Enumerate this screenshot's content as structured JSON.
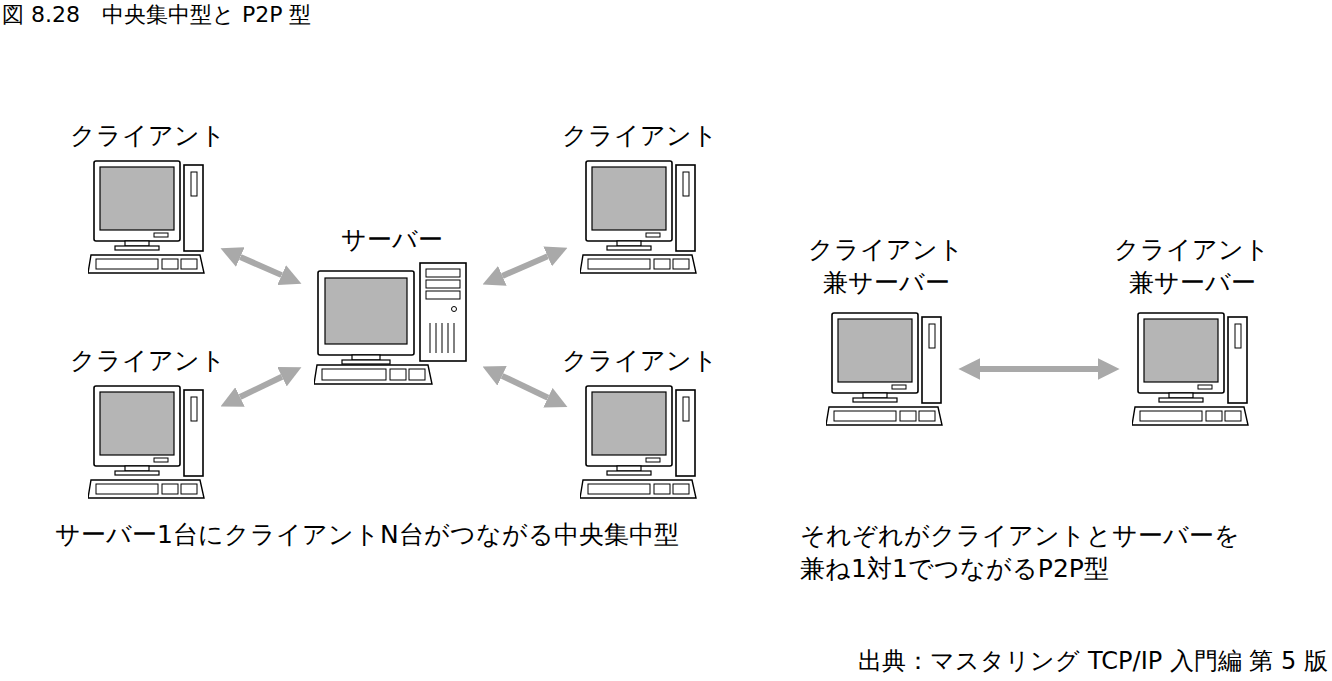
{
  "diagram": {
    "title": "図 8.28　中央集中型と P2P 型",
    "nodes": [
      {
        "text": [
          "クライアント"
        ]
      },
      {
        "text": [
          "サーバー"
        ]
      },
      {
        "text": [
          "クライアント"
        ]
      },
      {
        "text": [
          "クライアント"
        ]
      },
      {
        "text": [
          "クライアント"
        ]
      },
      {
        "text": [
          "クライアント 兼サーバー"
        ]
      },
      {
        "text": [
          "クライアント 兼サーバー"
        ]
      }
    ],
    "edges": [
      {
        "from": 1,
        "to": 0,
        "arrow": "both"
      },
      {
        "from": 1,
        "to": 2,
        "arrow": "both"
      },
      {
        "from": 1,
        "to": 3,
        "arrow": "both"
      },
      {
        "from": 1,
        "to": 4,
        "arrow": "both"
      },
      {
        "from": 5,
        "to": 6,
        "arrow": "both"
      }
    ],
    "labels": [
      "サーバー1台にクライアントN台がつながる中央集中型",
      "それぞれがクライアントとサーバーを 兼ね1対1でつながるP2P型",
      "出典：マスタリング TCP/IP 入門編 第 5 版"
    ]
  }
}
